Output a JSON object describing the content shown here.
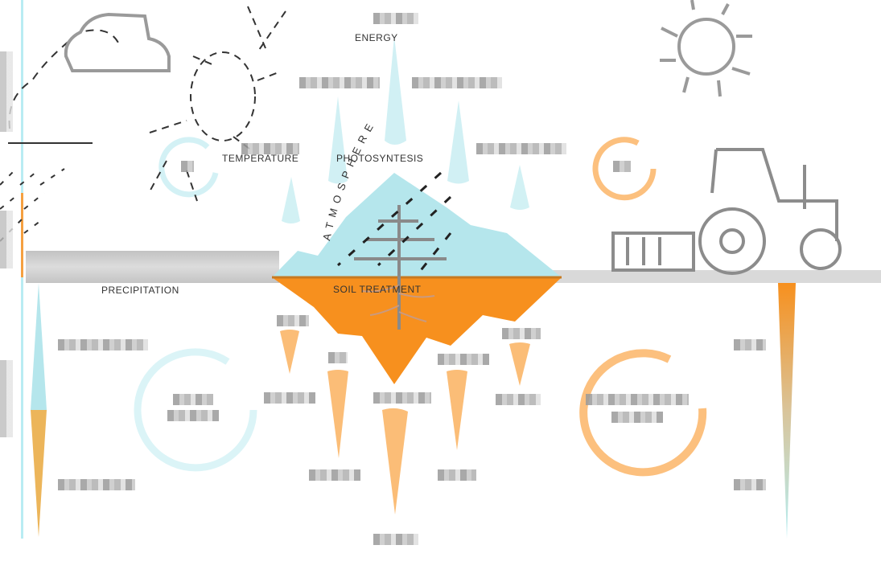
{
  "diagram": {
    "title": "Soil and atmosphere agriculture infographic",
    "colors": {
      "atmosphere": "#b5e6ec",
      "soil": "#f7901e",
      "soil_light": "#fbbd77",
      "line": "#333333",
      "ground_bar": "#d9d9d9"
    },
    "labels": {
      "energy": "ENERGY",
      "temperature": "TEMPERATURE",
      "photosynthesis": "PHOTOSYNTESIS",
      "atmosphere_arc": "ATMOSPHERE",
      "precipitation": "PRECIPITATION",
      "soil_treatment": "SOIL TREATMENT"
    },
    "obscured_labels": {
      "top_energy_header": "[obscured]",
      "upper_left_cone": "[obscured]",
      "upper_right_cone": "[obscured]",
      "temperature_header": "[obscured]",
      "right_cone_header": "[obscured]",
      "left_scale_top": "[obscured]",
      "left_scale_bottom": "[obscured]",
      "left_circle": "[obscured]",
      "right_circle": "[obscured]",
      "right_scale_top": "[obscured]",
      "right_scale_bottom": "[obscured]",
      "soil_roots": [
        "[obscured]",
        "[obscured]",
        "[obscured]",
        "[obscured]",
        "[obscured]",
        "[obscured]",
        "[obscured]",
        "[obscured]",
        "[obscured]",
        "[obscured]",
        "[obscured]",
        "[obscured]"
      ]
    },
    "icons": [
      "cloud-rain-icon",
      "sun-icon",
      "sun-outline-icon",
      "tractor-icon",
      "plant-icon",
      "temperature-gauge-icon",
      "soil-gauge-icon"
    ]
  }
}
